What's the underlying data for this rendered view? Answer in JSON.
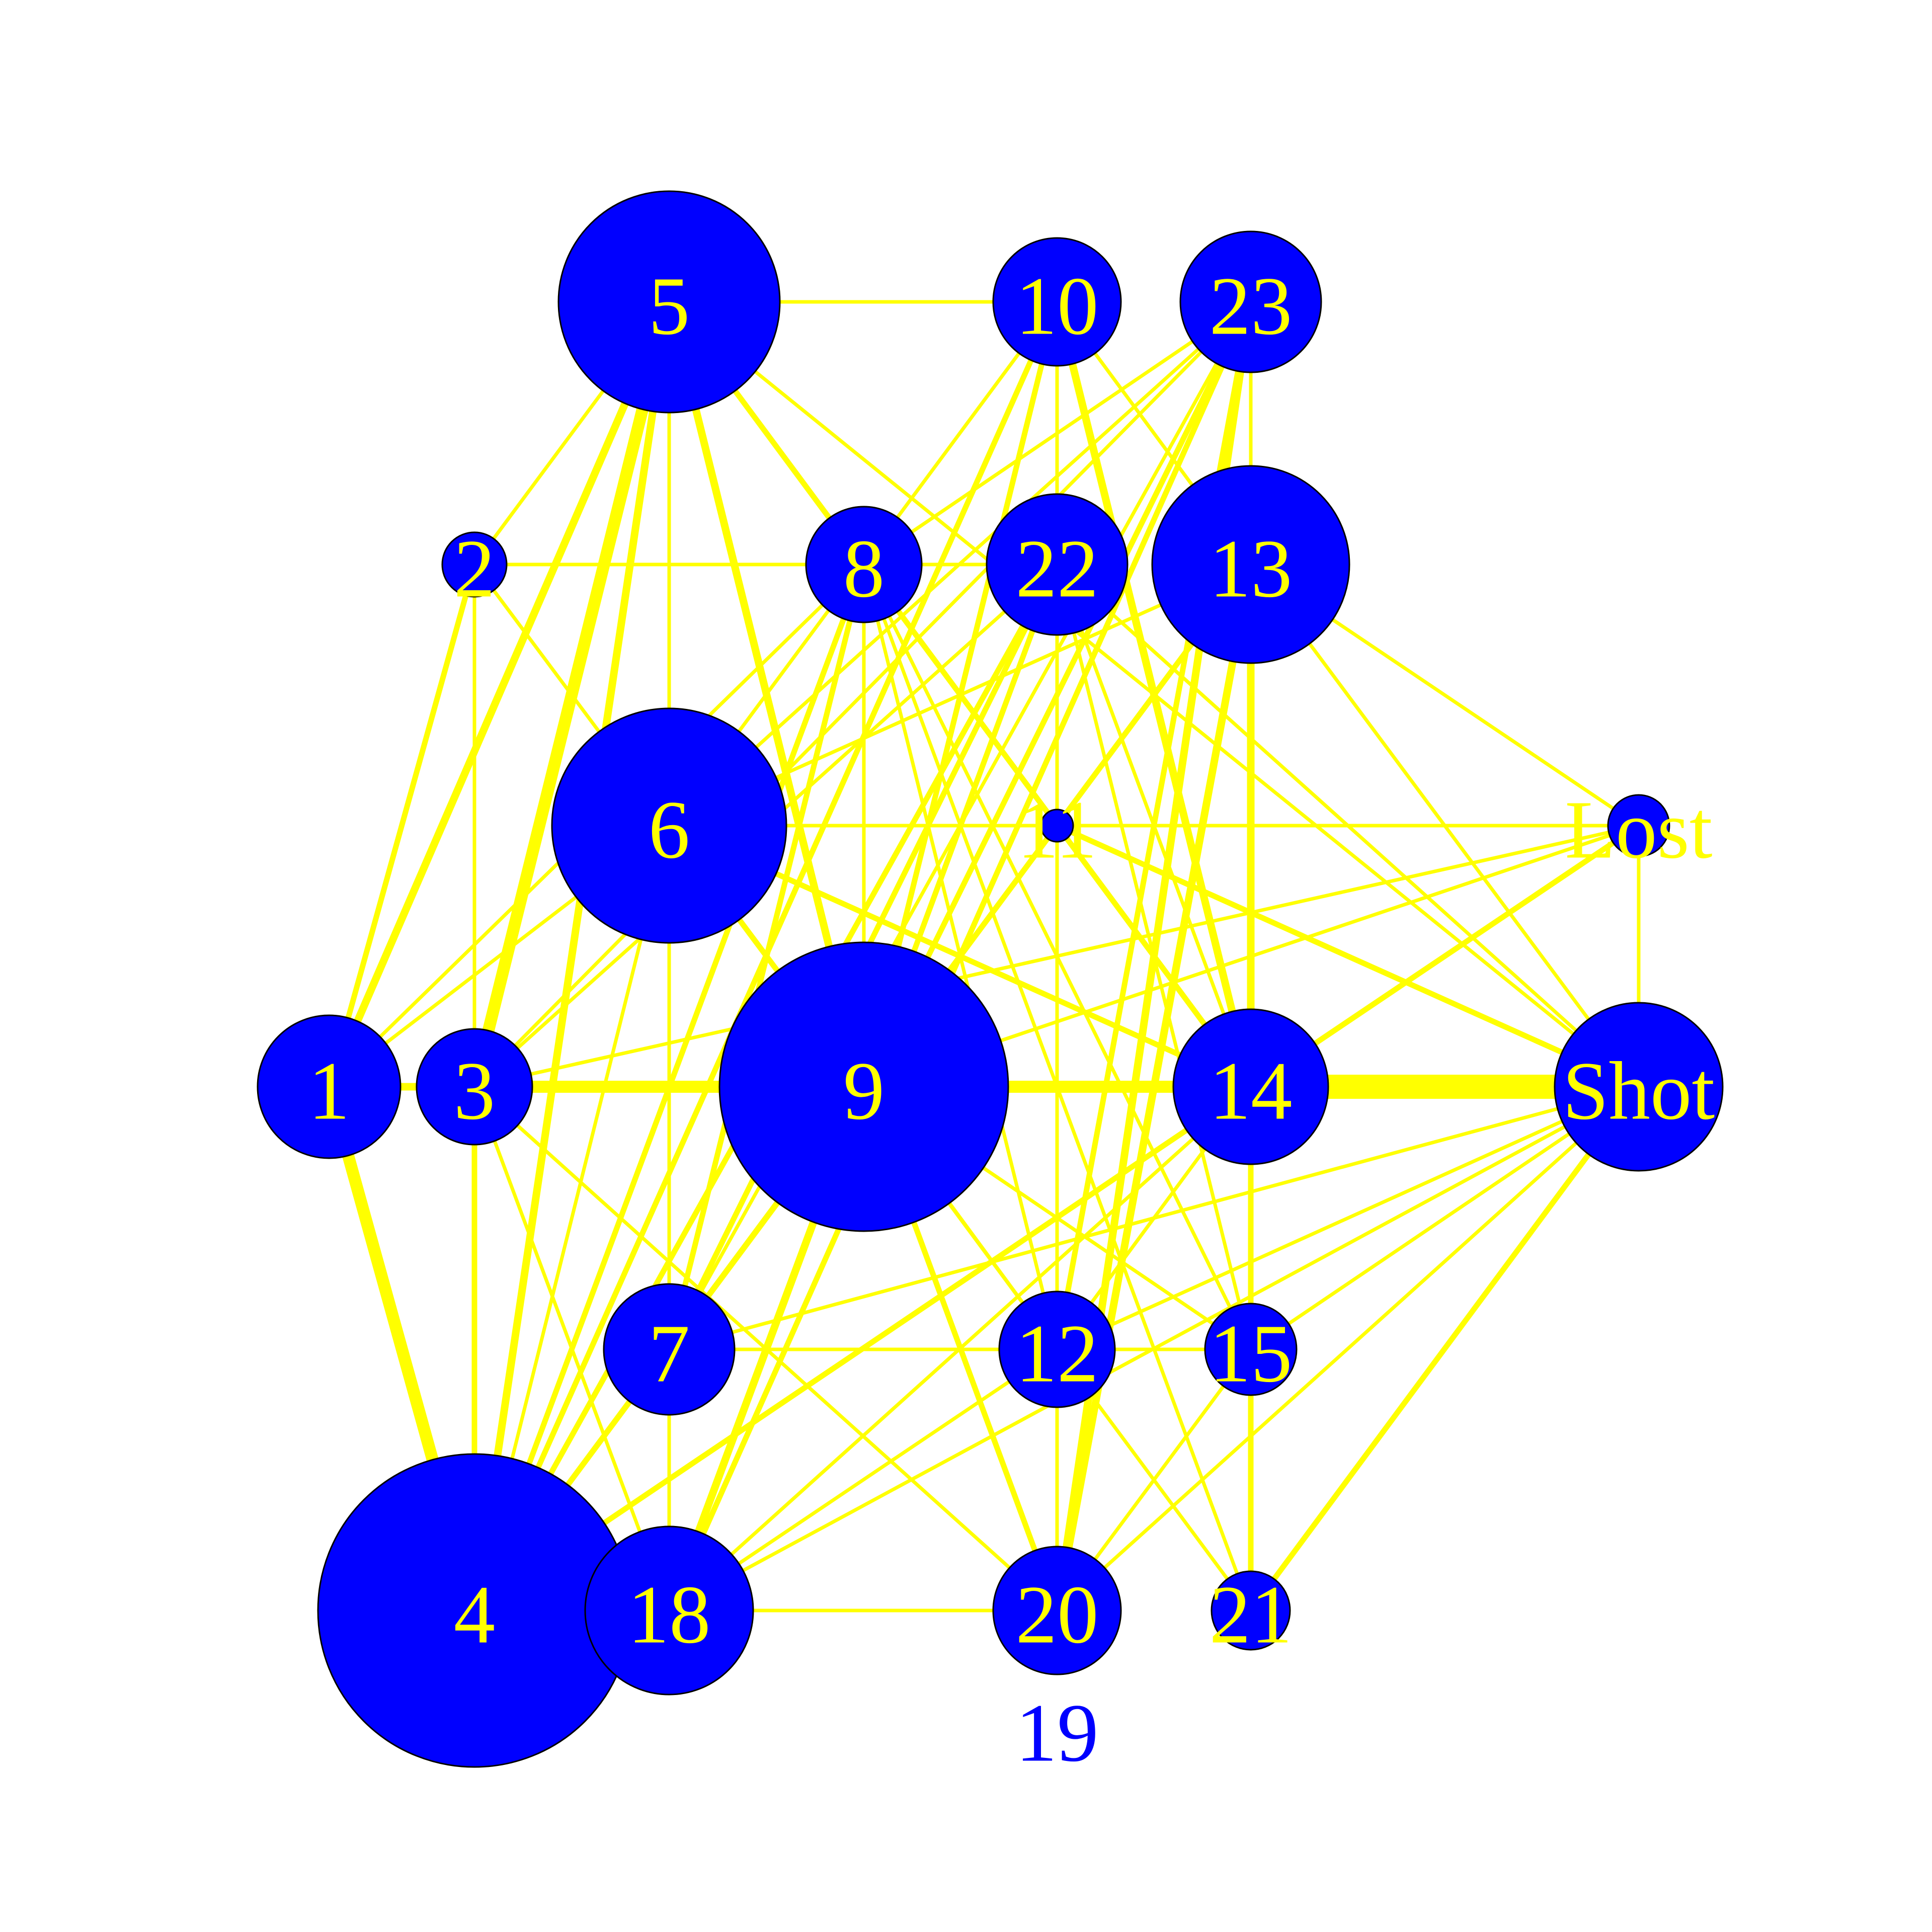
{
  "chart_data": {
    "type": "network",
    "node_color": "#0000ff",
    "edge_color": "#ffff00",
    "label_color": "#ffff00",
    "nodes": [
      "1",
      "2",
      "3",
      "4",
      "5",
      "6",
      "7",
      "8",
      "9",
      "10",
      "11",
      "12",
      "13",
      "14",
      "15",
      "18",
      "19",
      "20",
      "21",
      "22",
      "23",
      "Lost",
      "Shot"
    ],
    "edges": [
      {
        "from": "14",
        "to": "Shot",
        "weight": 8
      },
      {
        "from": "3",
        "to": "9",
        "weight": 5
      },
      {
        "from": "9",
        "to": "14",
        "weight": 5
      },
      {
        "from": "1",
        "to": "3",
        "weight": 3
      },
      {
        "from": "1",
        "to": "4",
        "weight": 5
      },
      {
        "from": "5",
        "to": "3",
        "weight": 5
      },
      {
        "from": "5",
        "to": "1",
        "weight": 3
      },
      {
        "from": "5",
        "to": "4",
        "weight": 3
      },
      {
        "from": "5",
        "to": "9",
        "weight": 3
      },
      {
        "from": "5",
        "to": "14",
        "weight": 2
      },
      {
        "from": "5",
        "to": "10",
        "weight": 1
      },
      {
        "from": "5",
        "to": "8",
        "weight": 1
      },
      {
        "from": "5",
        "to": "2",
        "weight": 1
      },
      {
        "from": "5",
        "to": "6",
        "weight": 1
      },
      {
        "from": "5",
        "to": "18",
        "weight": 1
      },
      {
        "from": "5",
        "to": "Shot",
        "weight": 1
      },
      {
        "from": "10",
        "to": "14",
        "weight": 3
      },
      {
        "from": "10",
        "to": "22",
        "weight": 1
      },
      {
        "from": "10",
        "to": "13",
        "weight": 1
      },
      {
        "from": "10",
        "to": "9",
        "weight": 2
      },
      {
        "from": "10",
        "to": "6",
        "weight": 1
      },
      {
        "from": "10",
        "to": "4",
        "weight": 2
      },
      {
        "from": "10",
        "to": "12",
        "weight": 1
      },
      {
        "from": "23",
        "to": "13",
        "weight": 1
      },
      {
        "from": "23",
        "to": "20",
        "weight": 3
      },
      {
        "from": "23",
        "to": "12",
        "weight": 2
      },
      {
        "from": "23",
        "to": "9",
        "weight": 2
      },
      {
        "from": "23",
        "to": "7",
        "weight": 1
      },
      {
        "from": "23",
        "to": "6",
        "weight": 1
      },
      {
        "from": "23",
        "to": "3",
        "weight": 1
      },
      {
        "from": "23",
        "to": "8",
        "weight": 1
      },
      {
        "from": "23",
        "to": "18",
        "weight": 2
      },
      {
        "from": "2",
        "to": "1",
        "weight": 2
      },
      {
        "from": "2",
        "to": "3",
        "weight": 1
      },
      {
        "from": "2",
        "to": "22",
        "weight": 1
      },
      {
        "from": "2",
        "to": "6",
        "weight": 1
      },
      {
        "from": "8",
        "to": "7",
        "weight": 2
      },
      {
        "from": "8",
        "to": "4",
        "weight": 2
      },
      {
        "from": "8",
        "to": "15",
        "weight": 1
      },
      {
        "from": "8",
        "to": "21",
        "weight": 1
      },
      {
        "from": "8",
        "to": "12",
        "weight": 1
      },
      {
        "from": "8",
        "to": "9",
        "weight": 1
      },
      {
        "from": "8",
        "to": "1",
        "weight": 1
      },
      {
        "from": "22",
        "to": "4",
        "weight": 2
      },
      {
        "from": "22",
        "to": "7",
        "weight": 2
      },
      {
        "from": "22",
        "to": "11",
        "weight": 1
      },
      {
        "from": "22",
        "to": "14",
        "weight": 1
      },
      {
        "from": "22",
        "to": "15",
        "weight": 1
      },
      {
        "from": "22",
        "to": "3",
        "weight": 1
      },
      {
        "from": "22",
        "to": "9",
        "weight": 2
      },
      {
        "from": "22",
        "to": "Shot",
        "weight": 1
      },
      {
        "from": "13",
        "to": "14",
        "weight": 3
      },
      {
        "from": "13",
        "to": "19",
        "weight": 3
      },
      {
        "from": "13",
        "to": "Lost",
        "weight": 1
      },
      {
        "from": "13",
        "to": "Shot",
        "weight": 1
      },
      {
        "from": "13",
        "to": "4",
        "weight": 2
      },
      {
        "from": "13",
        "to": "6",
        "weight": 1
      },
      {
        "from": "13",
        "to": "9",
        "weight": 1
      },
      {
        "from": "6",
        "to": "11",
        "weight": 1
      },
      {
        "from": "6",
        "to": "9",
        "weight": 2
      },
      {
        "from": "6",
        "to": "14",
        "weight": 2
      },
      {
        "from": "6",
        "to": "1",
        "weight": 1
      },
      {
        "from": "6",
        "to": "7",
        "weight": 1
      },
      {
        "from": "6",
        "to": "4",
        "weight": 1
      },
      {
        "from": "6",
        "to": "12",
        "weight": 1
      },
      {
        "from": "11",
        "to": "Lost",
        "weight": 1
      },
      {
        "from": "11",
        "to": "Shot",
        "weight": 2
      },
      {
        "from": "11",
        "to": "12",
        "weight": 1
      },
      {
        "from": "11",
        "to": "4",
        "weight": 2
      },
      {
        "from": "14",
        "to": "Lost",
        "weight": 2
      },
      {
        "from": "14",
        "to": "4",
        "weight": 2
      },
      {
        "from": "14",
        "to": "21",
        "weight": 2
      },
      {
        "from": "14",
        "to": "12",
        "weight": 1
      },
      {
        "from": "14",
        "to": "18",
        "weight": 1
      },
      {
        "from": "3",
        "to": "Lost",
        "weight": 1
      },
      {
        "from": "3",
        "to": "4",
        "weight": 2
      },
      {
        "from": "3",
        "to": "20",
        "weight": 1
      },
      {
        "from": "3",
        "to": "18",
        "weight": 1
      },
      {
        "from": "9",
        "to": "Lost",
        "weight": 1
      },
      {
        "from": "9",
        "to": "18",
        "weight": 3
      },
      {
        "from": "9",
        "to": "4",
        "weight": 2
      },
      {
        "from": "9",
        "to": "20",
        "weight": 2
      },
      {
        "from": "9",
        "to": "12",
        "weight": 1
      },
      {
        "from": "9",
        "to": "15",
        "weight": 1
      },
      {
        "from": "9",
        "to": "7",
        "weight": 1
      },
      {
        "from": "7",
        "to": "12",
        "weight": 1
      },
      {
        "from": "7",
        "to": "Shot",
        "weight": 1
      },
      {
        "from": "7",
        "to": "18",
        "weight": 1
      },
      {
        "from": "12",
        "to": "15",
        "weight": 1
      },
      {
        "from": "12",
        "to": "18",
        "weight": 1
      },
      {
        "from": "12",
        "to": "20",
        "weight": 1
      },
      {
        "from": "12",
        "to": "21",
        "weight": 1
      },
      {
        "from": "12",
        "to": "Shot",
        "weight": 1
      },
      {
        "from": "15",
        "to": "Shot",
        "weight": 1
      },
      {
        "from": "15",
        "to": "21",
        "weight": 1
      },
      {
        "from": "15",
        "to": "20",
        "weight": 1
      },
      {
        "from": "18",
        "to": "20",
        "weight": 1
      },
      {
        "from": "18",
        "to": "Shot",
        "weight": 1
      },
      {
        "from": "20",
        "to": "Shot",
        "weight": 1
      },
      {
        "from": "21",
        "to": "Shot",
        "weight": 2
      },
      {
        "from": "Lost",
        "to": "Shot",
        "weight": 1
      }
    ]
  }
}
